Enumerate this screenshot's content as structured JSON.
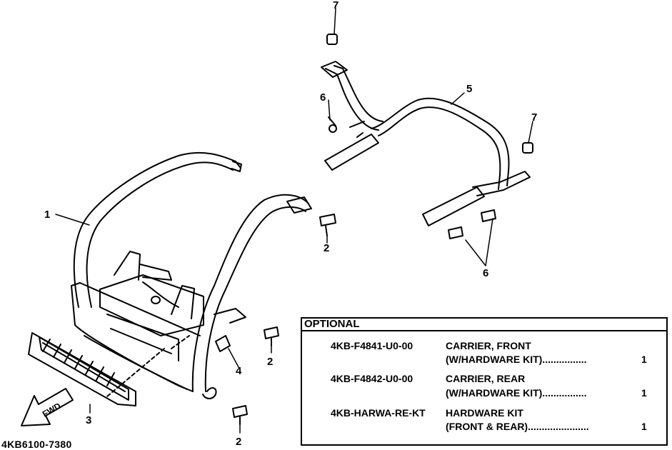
{
  "callouts": {
    "c1": "1",
    "c2a": "2",
    "c2b": "2",
    "c2c": "2",
    "c3": "3",
    "c4": "4",
    "c5": "5",
    "c6a": "6",
    "c6b": "6",
    "c7a": "7",
    "c7b": "7"
  },
  "fwd_label": "FWD",
  "drawing_code": "4KB6100-7380",
  "optional": {
    "heading": "OPTIONAL",
    "items": [
      {
        "part_no": "4KB-F4841-U0-00",
        "line1": "CARRIER, FRONT",
        "line2": "(W/HARDWARE KIT)................",
        "qty": "1"
      },
      {
        "part_no": "4KB-F4842-U0-00",
        "line1": "CARRIER, REAR",
        "line2": "(W/HARDWARE KIT)................",
        "qty": "1"
      },
      {
        "part_no": "4KB-HARWA-RE-KT",
        "line1": "HARDWARE KIT",
        "line2": "(FRONT & REAR)......................",
        "qty": "1"
      }
    ]
  }
}
